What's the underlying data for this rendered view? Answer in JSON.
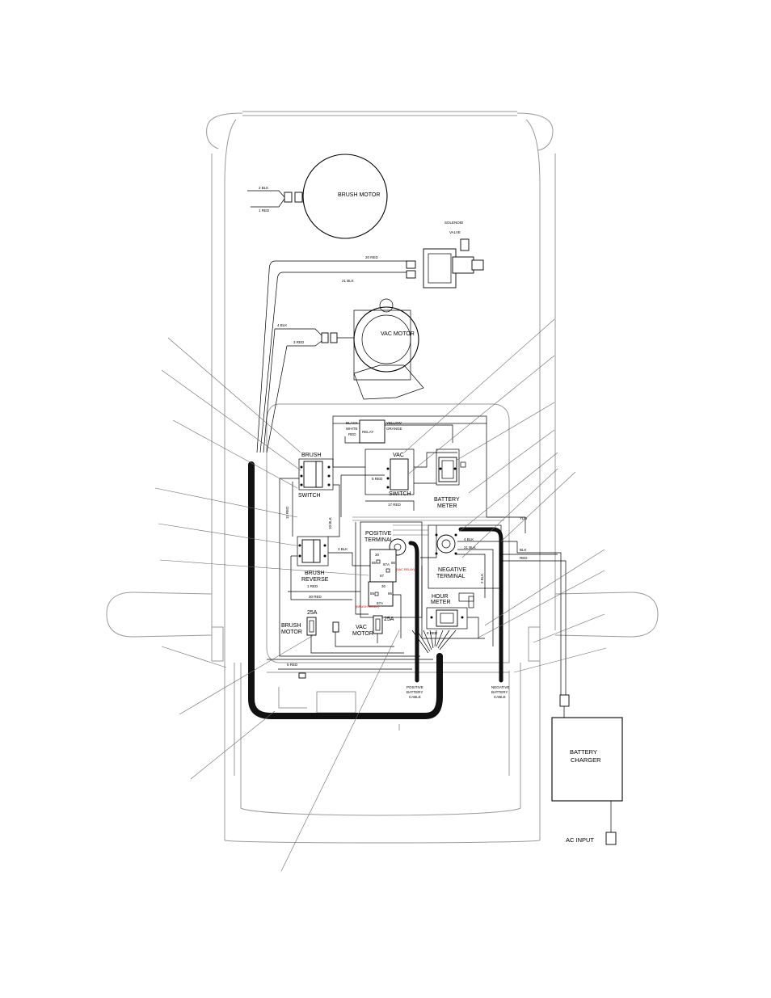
{
  "components": {
    "brush_motor": "BRUSH MOTOR",
    "solenoid_line1": "SOLENOID",
    "solenoid_line2": "VALVE",
    "vac_motor_top": "VAC MOTOR",
    "relay": "RELAY",
    "brush_switch_top": "BRUSH",
    "brush_switch_bottom": "SWITCH",
    "vac_switch_top": "VAC",
    "vac_switch_bottom": "SWITCH",
    "battery_meter_line1": "BATTERY",
    "battery_meter_line2": "METER",
    "positive_terminal_line1": "POSITIVE",
    "positive_terminal_line2": "TERMINAL",
    "negative_terminal_line1": "NEGATIVE",
    "negative_terminal_line2": "TERMINAL",
    "brush_reverse_line1": "BRUSH",
    "brush_reverse_line2": "REVERSE",
    "hour_meter_line1": "HOUR",
    "hour_meter_line2": "METER",
    "fuse_brush": "25A",
    "fuse_vac": "25A",
    "brush_motor_fuse_line1": "BRUSH",
    "brush_motor_fuse_line2": "MOTOR",
    "vac_motor_fuse_line1": "VAC",
    "vac_motor_fuse_line2": "MOTOR",
    "positive_cable_line1": "POSITIVE",
    "positive_cable_line2": "BATTERY",
    "positive_cable_line3": "CABLE",
    "negative_cable_line1": "NEGATIVE",
    "negative_cable_line2": "BATTERY",
    "negative_cable_line3": "CABLE",
    "battery_charger_line1": "BATTERY",
    "battery_charger_line2": "CHARGER",
    "ac_input": "AC INPUT",
    "relay_note_1": "(VAC RELAY)",
    "relay_note_2": "(BRUSH RELAY)",
    "relay_pin_30": "30",
    "relay_pin_87a": "87A",
    "relay_pin_85": "85",
    "relay_pin_86": "86",
    "relay_pin_87": "87"
  },
  "wires": {
    "w2_blk": "2 BLK",
    "w1_red": "1 RED",
    "w20_red": "20 RED",
    "w21_blk": "21 BLK",
    "w4_blk": "4 BLK",
    "w3_red": "3 RED",
    "black": "BLACK",
    "yellow": "YELLOW",
    "white": "WHITE",
    "orange": "ORANGE",
    "red": "RED",
    "w5_red_sw": "5 RED",
    "w17_red": "17 RED",
    "w11_red": "11 RED",
    "w10_blk": "10 BLK",
    "w3_blk": "3 BLK",
    "w1_red_b": "1 RED",
    "w30_red": "30 RED",
    "w4_blk_b": "4 BLK",
    "w21_blk_b": "21 BLK",
    "w2_blk_b": "2 BLK",
    "w8_red": "8 RED",
    "w5_red": "5 RED",
    "ylw": "YLW",
    "blk": "BLK",
    "red_chg": "RED"
  },
  "colors": {
    "line": "#000000",
    "outline": "#9a9a9a",
    "leader": "#6a6a6a",
    "relay_note": "#d00000"
  }
}
